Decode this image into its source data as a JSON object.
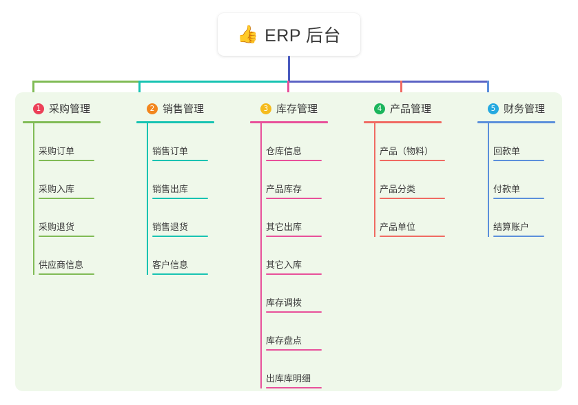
{
  "root": {
    "icon": "thumbs-up-icon",
    "emoji": "👍",
    "title": "ERP 后台"
  },
  "colors": {
    "panel_bg": "#eff8ea",
    "root_stem": "#4a5bbf",
    "branch_purple": "#5b62c4",
    "col1": "#80bb55",
    "col2": "#17c3b2",
    "col3": "#e8509a",
    "col4": "#f06a62",
    "col5": "#5b8fdb",
    "badge1": "#ec4058",
    "badge2": "#f2861e",
    "badge3": "#f5bb1d",
    "badge4": "#1bb55c",
    "badge5": "#25a9e0"
  },
  "columns": [
    {
      "index": "1",
      "title": "采购管理",
      "accent": "#80bb55",
      "badge_color": "#ec4058",
      "items": [
        "采购订单",
        "采购入库",
        "采购退货",
        "供应商信息"
      ]
    },
    {
      "index": "2",
      "title": "销售管理",
      "accent": "#17c3b2",
      "badge_color": "#f2861e",
      "items": [
        "销售订单",
        "销售出库",
        "销售退货",
        "客户信息"
      ]
    },
    {
      "index": "3",
      "title": "库存管理",
      "accent": "#e8509a",
      "badge_color": "#f5bb1d",
      "items": [
        "仓库信息",
        "产品库存",
        "其它出库",
        "其它入库",
        "库存调拨",
        "库存盘点",
        "出库库明细"
      ]
    },
    {
      "index": "4",
      "title": "产品管理",
      "accent": "#f06a62",
      "badge_color": "#1bb55c",
      "items": [
        "产品（物料）",
        "产品分类",
        "产品单位"
      ]
    },
    {
      "index": "5",
      "title": "财务管理",
      "accent": "#5b8fdb",
      "badge_color": "#25a9e0",
      "items": [
        "回款单",
        "付款单",
        "结算账户"
      ]
    }
  ]
}
